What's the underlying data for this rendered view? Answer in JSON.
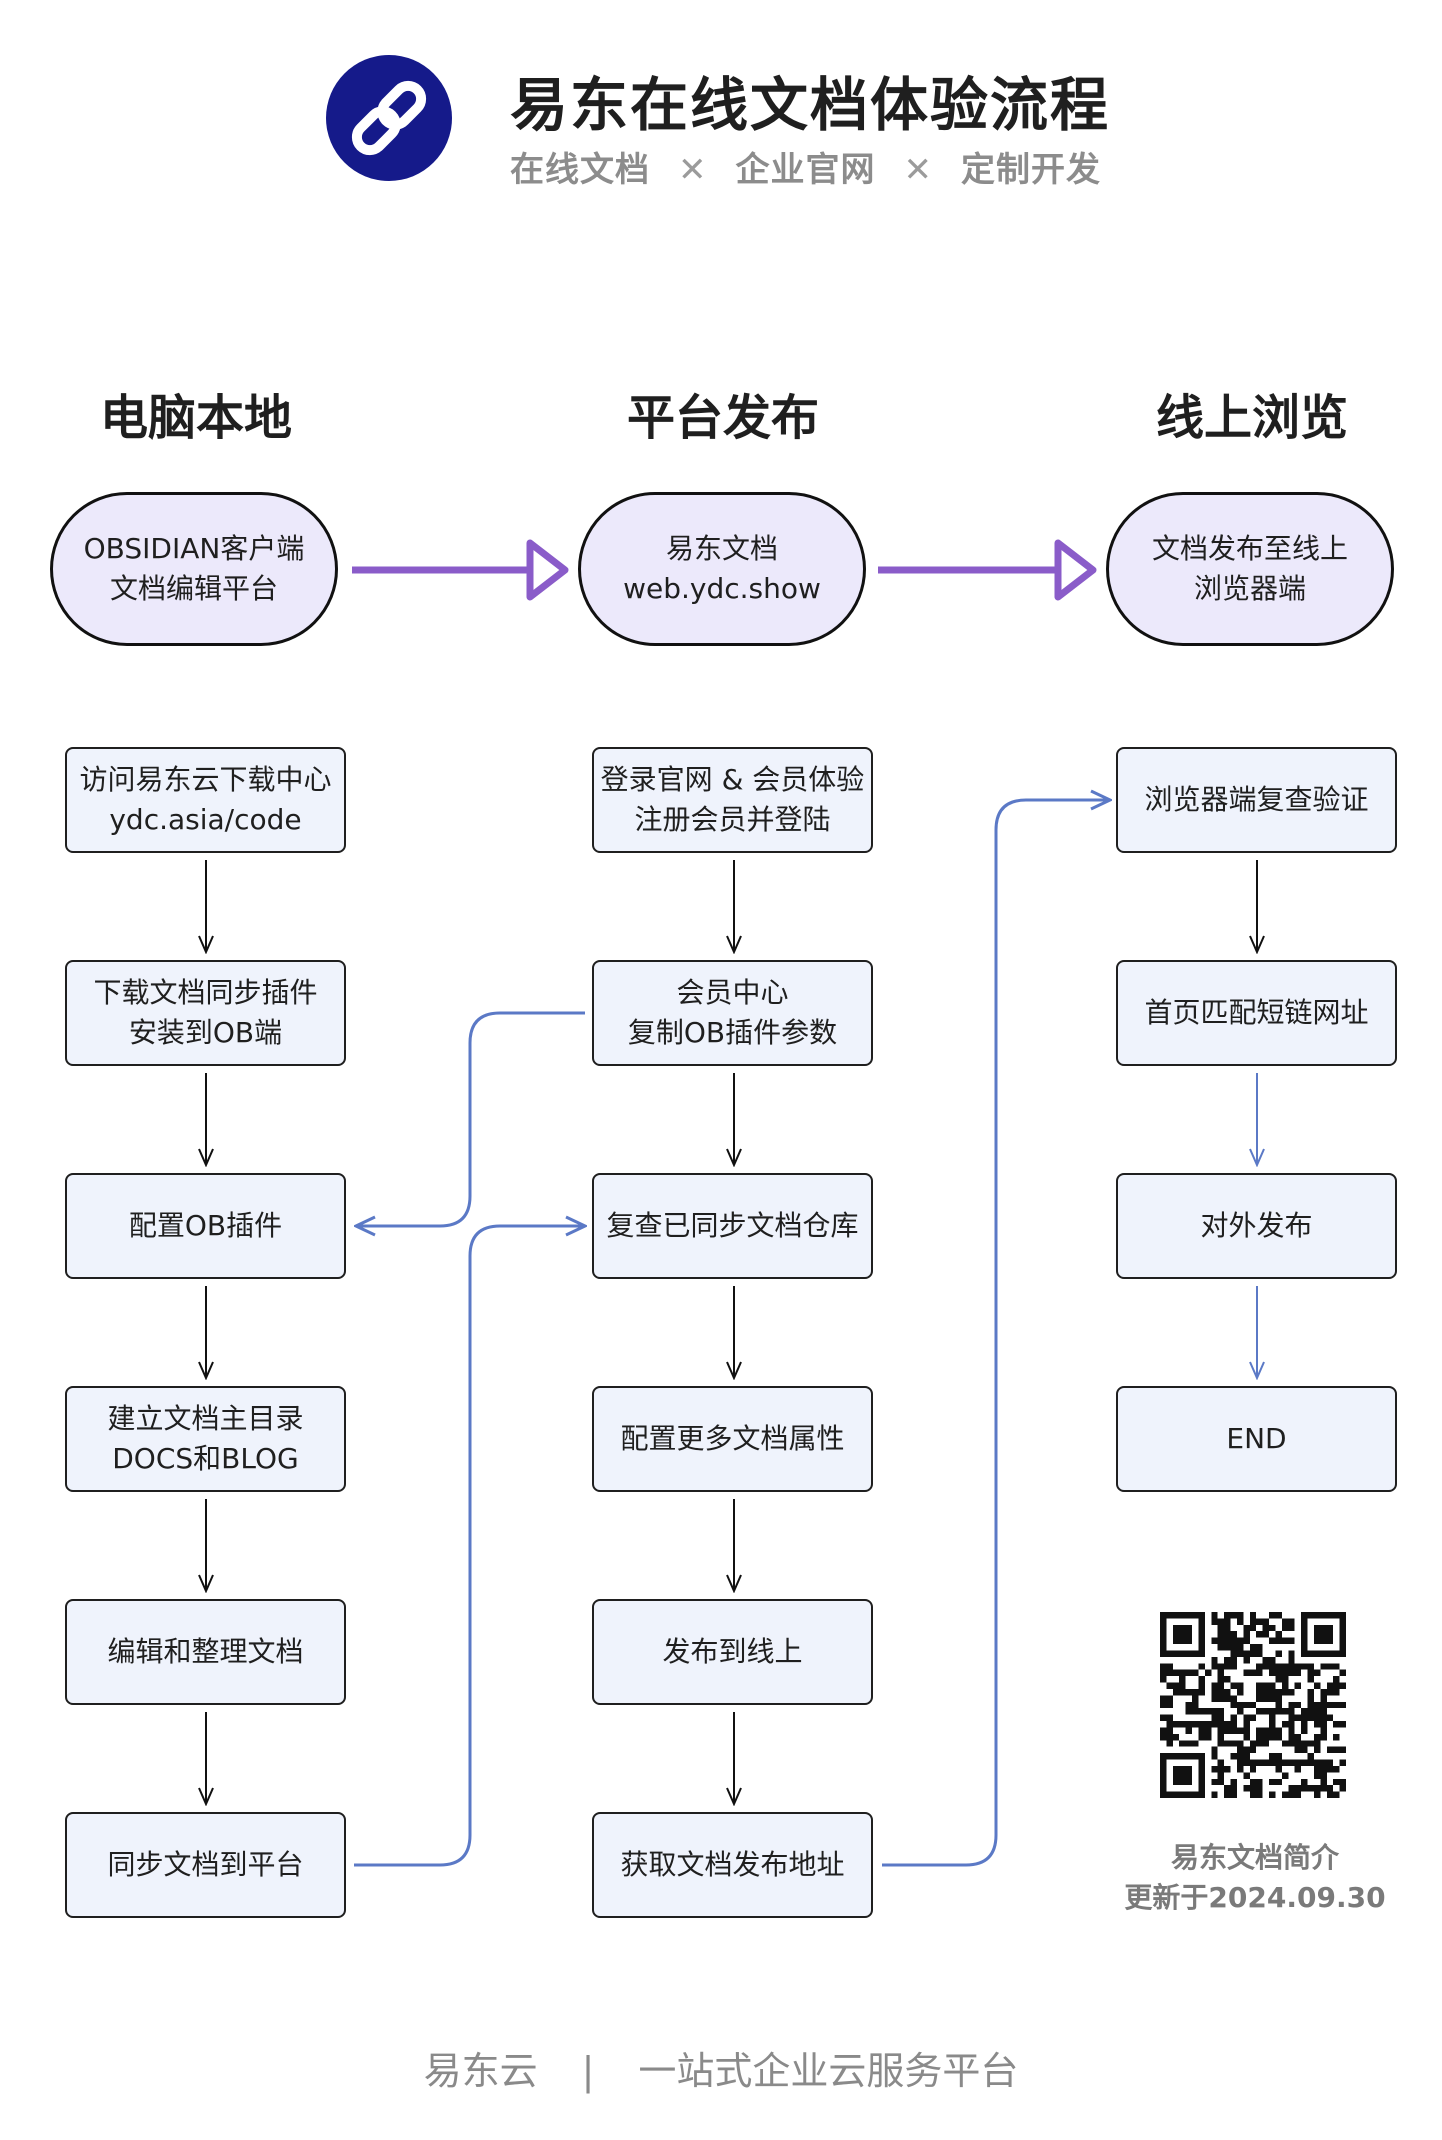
{
  "header": {
    "title": "易东在线文档体验流程",
    "subtitle_items": [
      "在线文档",
      "企业官网",
      "定制开发"
    ],
    "separator": "✕",
    "logo_icon": "chain-link-icon"
  },
  "columns": [
    {
      "heading": "电脑本地",
      "stage_lines": [
        "OBSIDIAN客户端",
        "文档编辑平台"
      ]
    },
    {
      "heading": "平台发布",
      "stage_lines": [
        "易东文档",
        "web.ydc.show"
      ]
    },
    {
      "heading": "线上浏览",
      "stage_lines": [
        "文档发布至线上",
        "浏览器端"
      ]
    }
  ],
  "steps": {
    "local": [
      [
        "访问易东云下载中心",
        "ydc.asia/code"
      ],
      [
        "下载文档同步插件",
        "安装到OB端"
      ],
      [
        "配置OB插件"
      ],
      [
        "建立文档主目录",
        "DOCS和BLOG"
      ],
      [
        "编辑和整理文档"
      ],
      [
        "同步文档到平台"
      ]
    ],
    "platform": [
      [
        "登录官网 & 会员体验",
        "注册会员并登陆"
      ],
      [
        "会员中心",
        "复制OB插件参数"
      ],
      [
        "复查已同步文档仓库"
      ],
      [
        "配置更多文档属性"
      ],
      [
        "发布到线上"
      ],
      [
        "获取文档发布地址"
      ]
    ],
    "online": [
      [
        "浏览器端复查验证"
      ],
      [
        "首页匹配短链网址"
      ],
      [
        "对外发布"
      ],
      [
        "END"
      ]
    ]
  },
  "qr": {
    "caption": "易东文档简介",
    "updated": "更新于2024.09.30"
  },
  "footer": {
    "brand": "易东云",
    "divider": "|",
    "slogan": "一站式企业云服务平台"
  },
  "colors": {
    "stage_fill": "#ece9fb",
    "step_fill": "#eff3fc",
    "stage_arrow": "#8a5cc9",
    "cross_arrow": "#5b79c6",
    "logo": "#151a8a"
  }
}
